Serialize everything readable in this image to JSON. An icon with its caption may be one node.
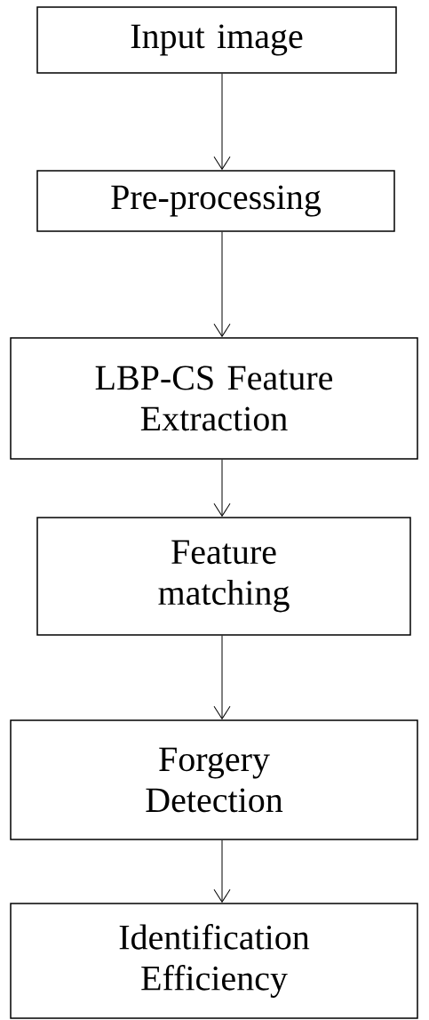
{
  "diagram": {
    "nodes": [
      {
        "text": [
          "Input image"
        ]
      },
      {
        "text": [
          "Pre-processing"
        ]
      },
      {
        "text": [
          "LBP-CS Feature Extraction"
        ]
      },
      {
        "text": [
          "Feature matching"
        ]
      },
      {
        "text": [
          "Forgery Detection"
        ]
      },
      {
        "text": [
          "Identification Efficiency"
        ]
      }
    ],
    "edges": [
      {
        "from": 0,
        "to": 1,
        "arrow": "to"
      },
      {
        "from": 1,
        "to": 2,
        "arrow": "to"
      },
      {
        "from": 2,
        "to": 3,
        "arrow": "to"
      },
      {
        "from": 3,
        "to": 4,
        "arrow": "to"
      },
      {
        "from": 4,
        "to": 5,
        "arrow": "to"
      }
    ]
  }
}
